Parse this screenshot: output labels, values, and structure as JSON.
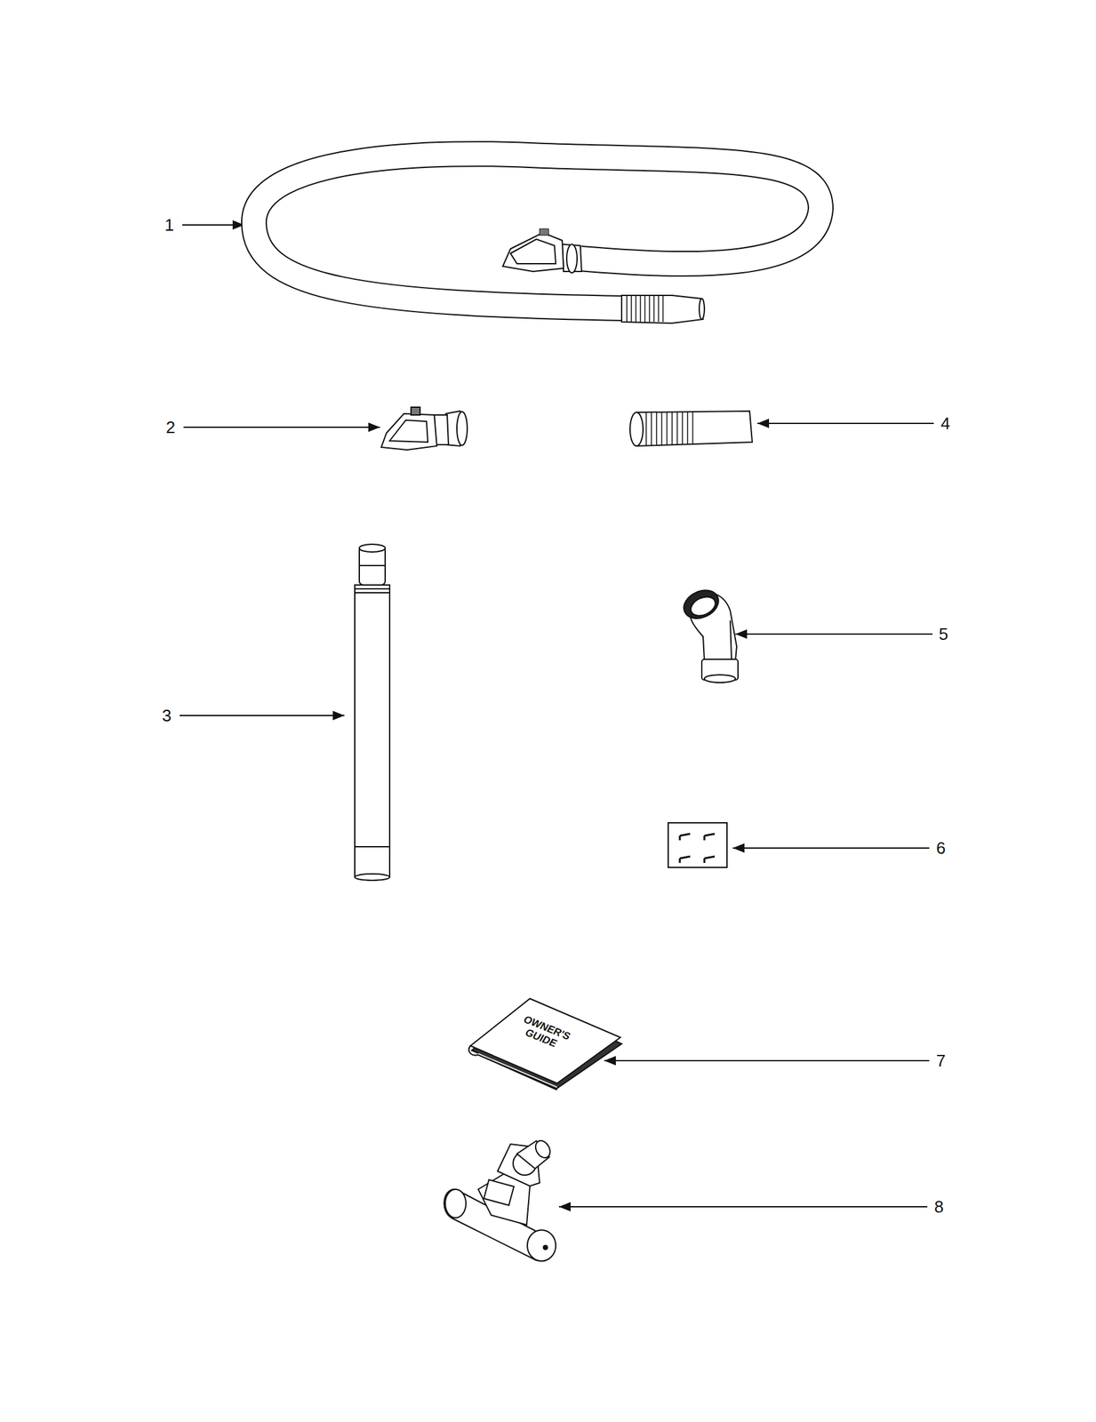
{
  "diagram": {
    "labels": [
      "1",
      "2",
      "4",
      "3",
      "5",
      "6",
      "OWNER'S GUIDE",
      "7",
      "8"
    ]
  }
}
